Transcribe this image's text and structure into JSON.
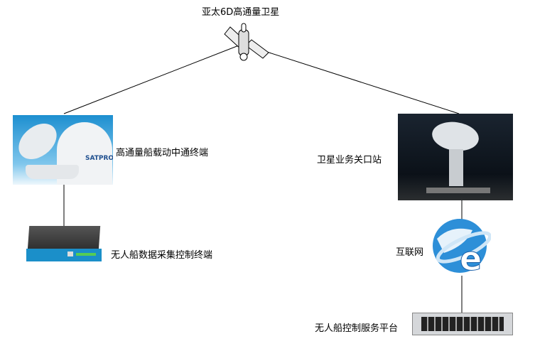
{
  "nodes": {
    "satellite": {
      "label": "亚太6D高通量卫星",
      "icon": "satellite-icon"
    },
    "ship_terminal": {
      "label": "高通量船载动中通终端",
      "icon": "satcom-dome-antenna-icon",
      "brand_text": "SATPRO"
    },
    "data_terminal": {
      "label": "无人船数据采集控制终端",
      "icon": "control-device-icon"
    },
    "gateway": {
      "label": "卫星业务关口站",
      "icon": "ground-station-dish-icon"
    },
    "internet": {
      "label": "互联网",
      "icon": "internet-globe-icon"
    },
    "platform": {
      "label": "无人船控制服务平台",
      "icon": "rack-server-icon"
    }
  }
}
